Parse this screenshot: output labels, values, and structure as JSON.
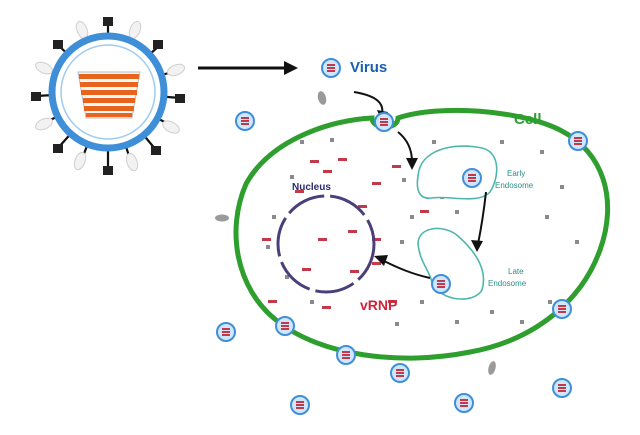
{
  "labels": {
    "virus": "Virus",
    "cell": "Cell",
    "nucleus": "Nucleus",
    "early_endosome": [
      "Early",
      "Endosome"
    ],
    "late_endosome": [
      "Late",
      "Endosome"
    ],
    "vrnp": "vRNP"
  },
  "colors": {
    "virus_label": "#1a5fb4",
    "cell_membrane": "#2e9e2e",
    "nucleus_label": "#2b2b6e",
    "nucleus_envelope": "#4a3f7a",
    "endosome": "#4fb6ad",
    "endosome_label": "#2a8f8a",
    "vrnp_label": "#d0243c",
    "vrnp_dash": "#c23a4a",
    "virion_ring": "#3f8fd8",
    "virion_fill": "#cfe6fb",
    "virion_core": "#e8641c",
    "arrow": "#111111"
  }
}
